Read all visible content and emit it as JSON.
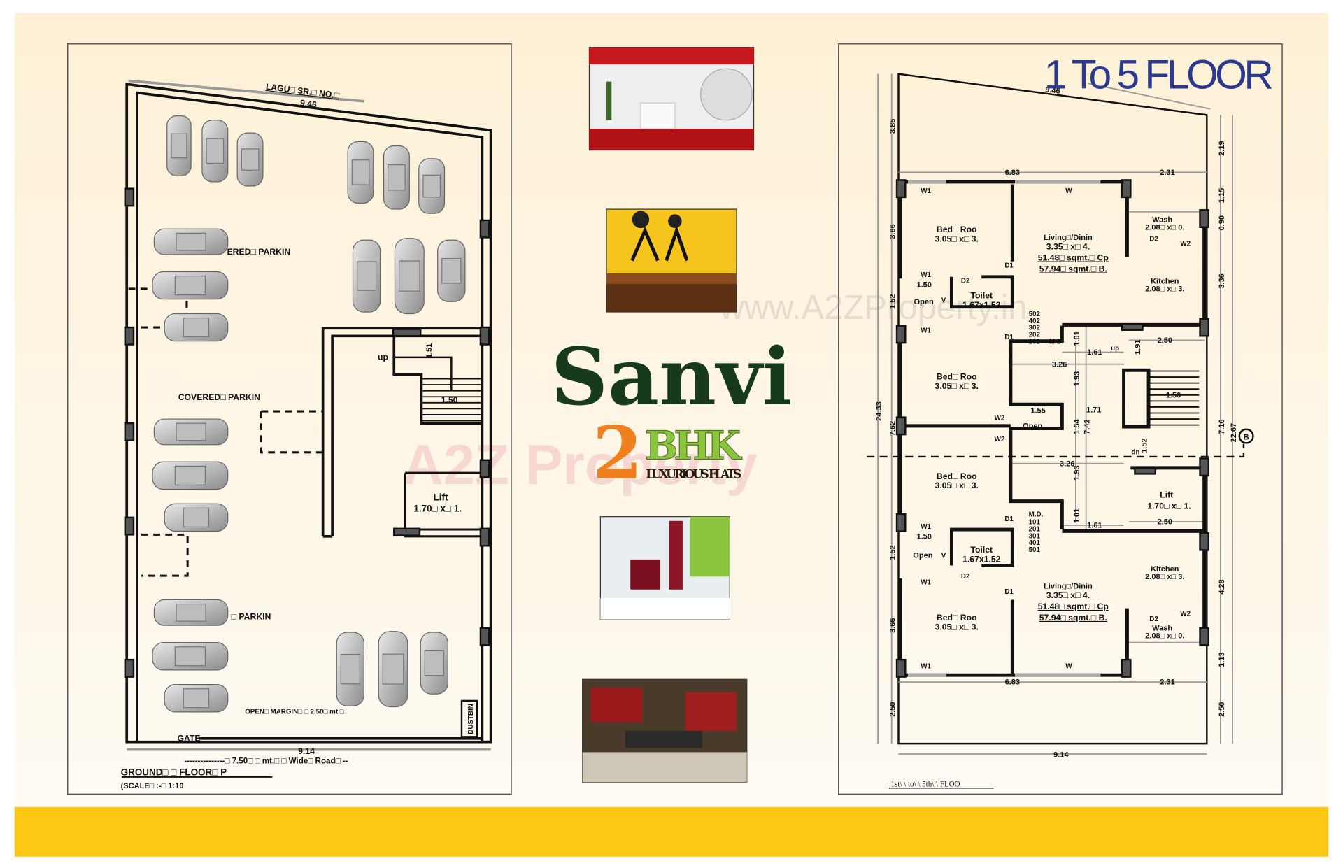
{
  "colors": {
    "background": "#fdf2dc",
    "footer_band": "#fcc813",
    "brand_green": "#173a1e",
    "title_blue": "#2b3a8f",
    "bhk_orange": "#f07f1e",
    "bhk_green": "#8cc63f"
  },
  "ground_floor": {
    "survey_label": "LAGU□ SR.□ NO.□",
    "top_width": "9.46",
    "parking_labels": [
      "ERED□ PARKIN",
      "COVERED□ PARKIN",
      "□ PARKIN"
    ],
    "stair_up": "up",
    "stair_dim_1": "1.51",
    "stair_dim_2": "1.50",
    "lift_label": "Lift",
    "lift_size": "1.70□ x□ 1.",
    "open_margin": "OPEN□ MARGIN□ □ 2.50□ mt.□",
    "dustbin": "DUSTBIN",
    "gate": "GATE",
    "bottom_width": "9.14",
    "road": "---------------□ 7.50□ □ mt.□ □ Wide□ Road□ --",
    "title": "GROUND□ □ FLOOR□ P",
    "scale": "(SCALE□ :-□ 1:10"
  },
  "center": {
    "photos": [
      "living-room",
      "study-desk",
      "bathroom",
      "kitchen"
    ],
    "brand": "Sanvi",
    "bhk_number": "2",
    "bhk": "BHK",
    "tagline": "LUXURIOUS FLATS",
    "watermark_logo": "A2Z Property",
    "watermark_url": "www.A2ZProperty.in"
  },
  "typical_floor": {
    "title": "1 To 5 FLOOR",
    "top_width": "9.46",
    "bottom_width": "9.14",
    "total_depth_left": "24.33",
    "total_depth_right": "22.67",
    "left_dims": [
      "3.85",
      "3.66",
      "1.52",
      "7.62",
      "1.52",
      "3.66",
      "2.50"
    ],
    "right_dims": [
      "2.19",
      "1.15",
      "0.90",
      "3.36",
      "7.16",
      "4.28",
      "1.13",
      "2.50"
    ],
    "width_dims": [
      "6.83",
      "2.31"
    ],
    "grid_marker": "B",
    "labels": {
      "w1": "W1",
      "w": "W",
      "w2": "W2",
      "d1": "D1",
      "d2": "D2",
      "v": "V",
      "md": "M.D.",
      "open": "Open",
      "up": "up",
      "dn": "dn"
    },
    "bedroom": {
      "name": "Bed□ Roo",
      "size": "3.05□ x□ 3."
    },
    "living": {
      "name": "Living□/Dinin",
      "size": "3.35□ x□ 4.",
      "carpet": "51.48□ sqmt.□ Cp",
      "built": "57.94□ sqmt.□ B."
    },
    "wash": {
      "name": "Wash",
      "size": "2.08□ x□ 0."
    },
    "kitchen": {
      "name": "Kitchen",
      "size": "2.08□ x□ 3."
    },
    "toilet": {
      "name": "Toilet",
      "size": "1.67x1.52"
    },
    "lift": {
      "name": "Lift",
      "size": "1.70□ x□ 1."
    },
    "inner_dims": {
      "open_w": "1.50",
      "corr_1": "1.01",
      "corr_2": "1.61",
      "stair_1": "1.91",
      "stair_w": "2.50",
      "corr_3": "3.26",
      "corr_4": "1.93",
      "stair_2": "1.50",
      "open_2": "1.55",
      "corr_5": "1.71",
      "corr_6": "1.54",
      "corr_7": "7.42",
      "stair_3": "1.52"
    },
    "flats_top": [
      "502",
      "402",
      "302",
      "202",
      "102"
    ],
    "flats_bottom": [
      "101",
      "201",
      "301",
      "401",
      "501"
    ],
    "caption": "1st\\ \\ to\\ \\ 5th\\ \\ FLOO"
  }
}
